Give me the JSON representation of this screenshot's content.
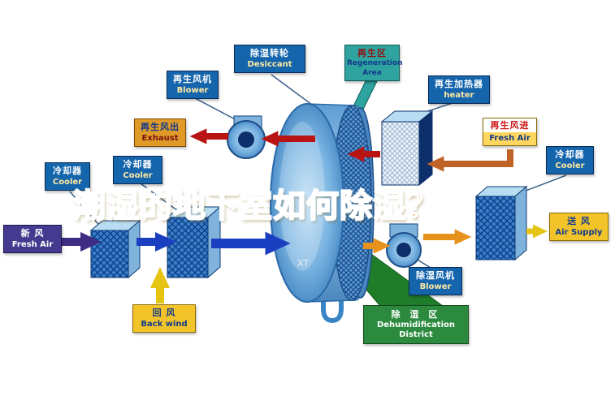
{
  "title": {
    "text": "潮湿的地下室如何除湿？"
  },
  "watermark": "XT",
  "labels": {
    "desiccant": {
      "zh": "除湿转轮",
      "en": "Desiccant"
    },
    "regeneration_area": {
      "zh": "再生区",
      "en": "Regeneration Area"
    },
    "regen_blower": {
      "zh": "再生风机",
      "en": "Blower"
    },
    "regen_heater": {
      "zh": "再生加热器",
      "en": "heater"
    },
    "exhaust": {
      "zh": "再生风出",
      "en": "Exhaust"
    },
    "regen_fresh_air": {
      "zh": "再生风进",
      "en": "Fresh Air"
    },
    "cooler_left": {
      "zh": "冷却器",
      "en": "Cooler"
    },
    "cooler_middle": {
      "zh": "冷却器",
      "en": "Cooler"
    },
    "cooler_right": {
      "zh": "冷却器",
      "en": "Cooler"
    },
    "fresh_air_in": {
      "zh": "新  风",
      "en": "Fresh Air"
    },
    "air_supply": {
      "zh": "送  风",
      "en": "Air Supply"
    },
    "back_wind": {
      "zh": "回  风",
      "en": "Back wind"
    },
    "dehumid_blower": {
      "zh": "除湿风机",
      "en": "Blower"
    },
    "dehumid_district": {
      "zh": "除 湿 区",
      "en_line1": "Dehumidification",
      "en_line2": "District"
    }
  },
  "colors": {
    "title_fill": "#f6a21c",
    "title_outline": "#ffffff",
    "box_blue": "#1565ad",
    "box_teal": "#2fa3a0",
    "box_orange": "#e09a28",
    "box_yellow": "#f2c42a",
    "box_purple": "#443a8f",
    "box_green": "#2b8a3e",
    "arrow_red": "#b81414",
    "arrow_blue": "#1a3fc0",
    "arrow_purple": "#3f2d85",
    "arrow_orange": "#e8921e",
    "arrow_brown": "#bf6426",
    "arrow_yellow": "#e6c414",
    "wheel_blue": "#5b9bd5",
    "funnel_green": "#1f7d2a"
  }
}
